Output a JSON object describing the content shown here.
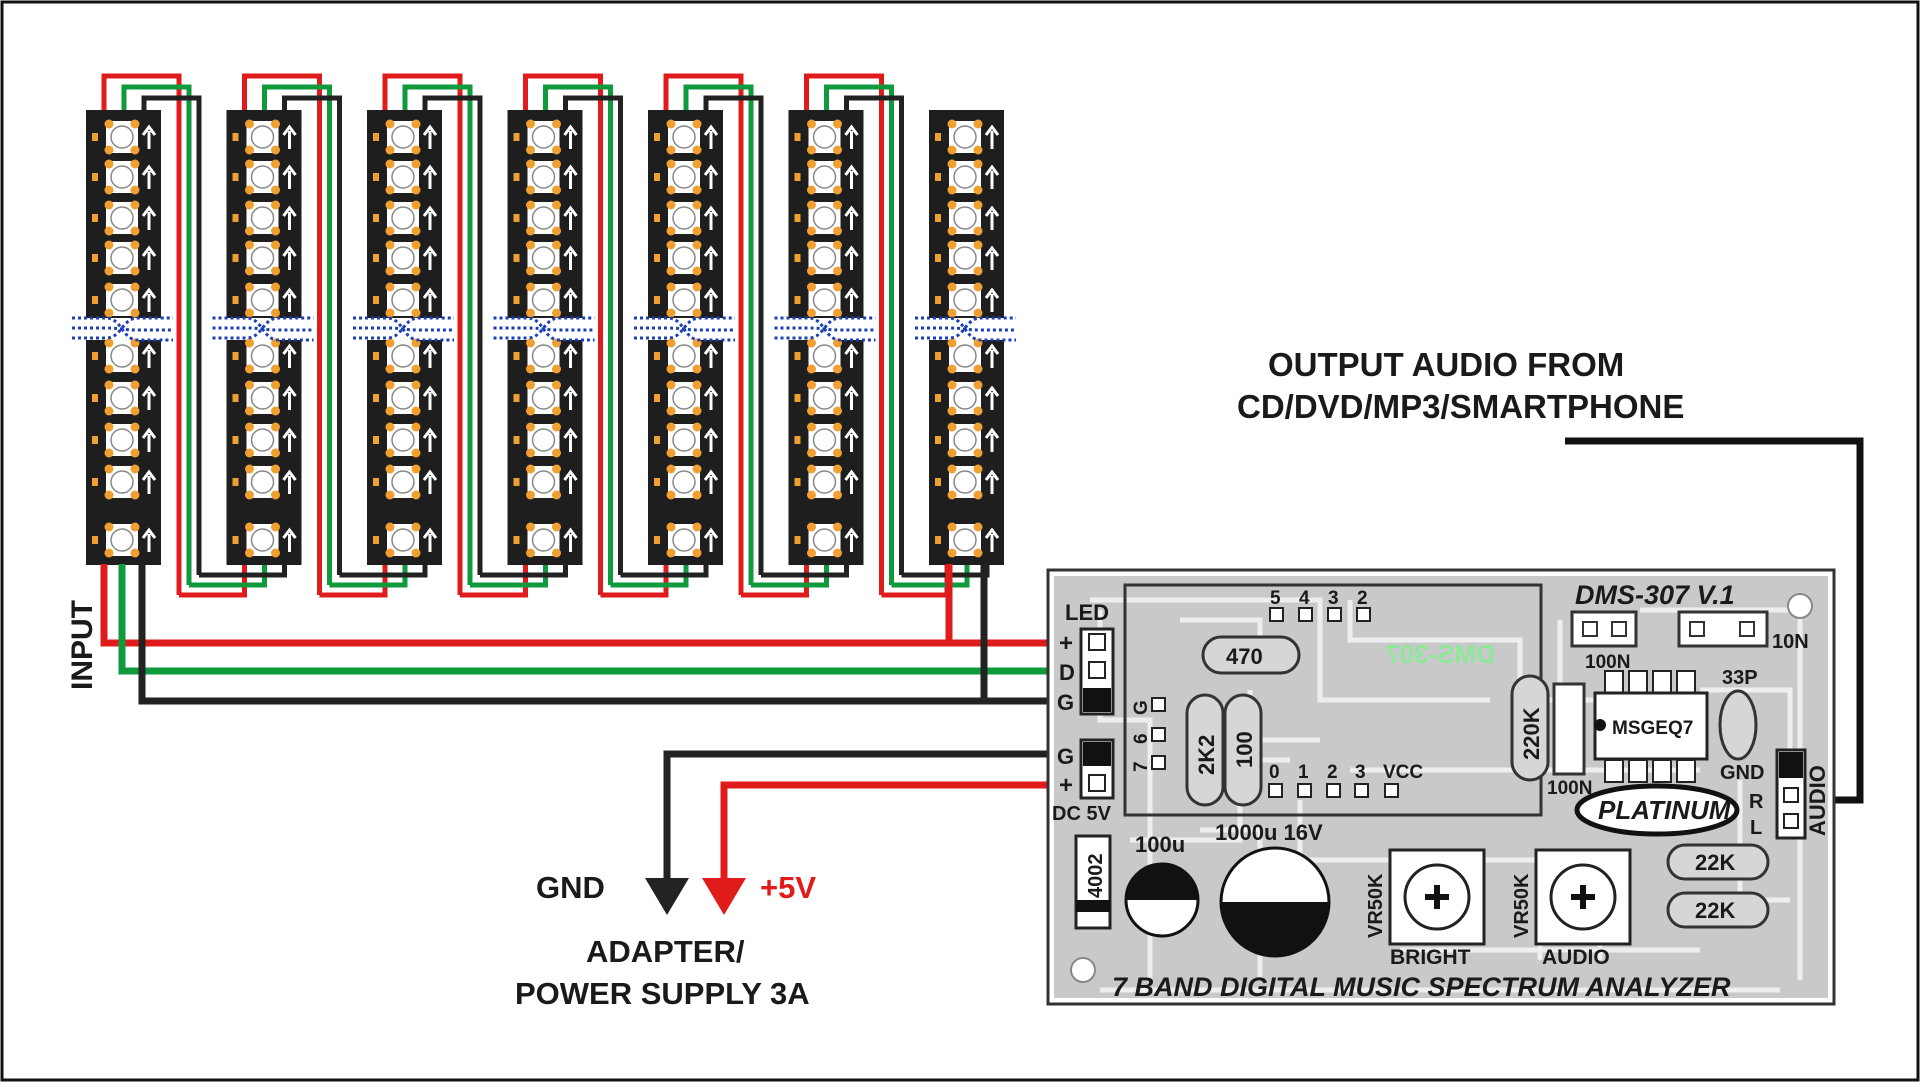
{
  "title": {
    "bottom": "7 BAND DIGITAL MUSIC SPECTRUM ANALYZER",
    "model": "DMS-307 V.1",
    "ic_marking": "DMS-307",
    "brand": "PLATINUM"
  },
  "colors": {
    "red_wire": "#e01b1b",
    "green_wire": "#0f9a3c",
    "black_wire": "#222222",
    "pcb_fill": "#c9c9c9",
    "pcb_trace": "#eeeeee",
    "strip_body": "#1e1e1e",
    "led_pad": "#f0a030",
    "cut_mark": "#1a3fb8",
    "ic_text": "#8ee89a"
  },
  "led_strip": {
    "input_label": "INPUT",
    "strip_count": 7,
    "leds_per_segment": 5,
    "icons": [
      "led-icon",
      "up-arrow-icon"
    ]
  },
  "audio_source": {
    "line1": "OUTPUT AUDIO FROM",
    "line2": "CD/DVD/MP3/SMARTPHONE"
  },
  "power": {
    "gnd": "GND",
    "plus5v": "+5V",
    "line1": "ADAPTER/",
    "line2": "POWER SUPPLY 3A"
  },
  "pcb_labels": {
    "led_header": "LED",
    "led_plus": "+",
    "led_d": "D",
    "led_g": "G",
    "dc_g": "G",
    "dc_plus": "+",
    "dc_5v": "DC 5V",
    "pins_top": [
      "5",
      "4",
      "3",
      "2"
    ],
    "pins_left": [
      "G",
      "6",
      "7"
    ],
    "pins_bottom": [
      "0",
      "1",
      "2",
      "3",
      "VCC"
    ],
    "r_470": "470",
    "r_2k2": "2K2",
    "r_100": "100",
    "r_220k": "220K",
    "c_100n_top": "100N",
    "c_100n_bot": "100N",
    "c_10n": "10N",
    "c_33p": "33P",
    "ic": "MSGEQ7",
    "gnd": "GND",
    "r": "R",
    "l": "L",
    "audio_header": "AUDIO",
    "d_4002": "4002",
    "c_100u": "100u",
    "c_1000u": "1000u 16V",
    "vr1": "VR50K",
    "vr1_name": "BRIGHT",
    "vr2": "VR50K",
    "vr2_name": "AUDIO",
    "r_22k_a": "22K",
    "r_22k_b": "22K"
  }
}
